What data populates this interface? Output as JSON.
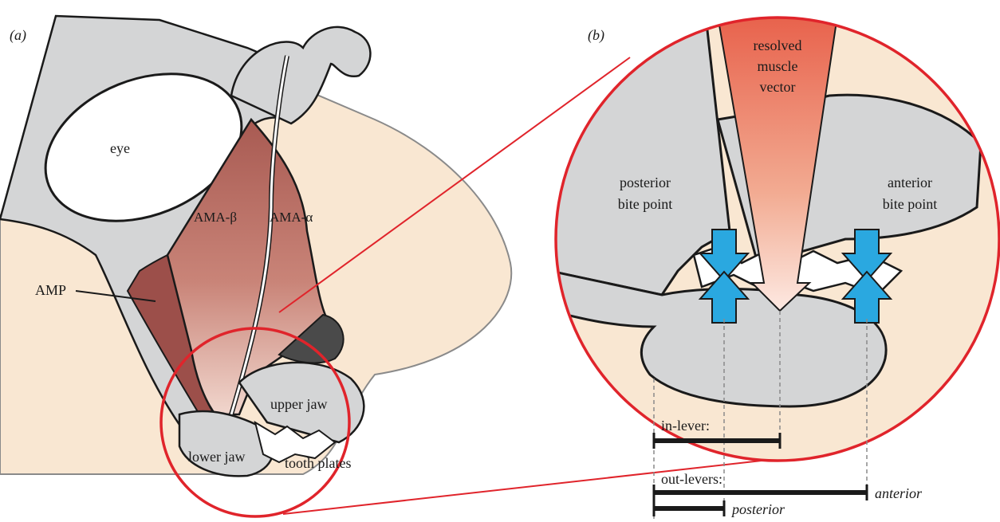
{
  "panel_a": {
    "label": "(a)",
    "labels": {
      "eye": "eye",
      "ama_beta": "AMA-β",
      "ama_alpha": "AMA-α",
      "amp": "AMP",
      "upper_jaw": "upper jaw",
      "lower_jaw": "lower jaw",
      "tooth_plates": "tooth plates"
    }
  },
  "panel_b": {
    "label": "(b)",
    "labels": {
      "muscle_vector_l1": "resolved",
      "muscle_vector_l2": "muscle",
      "muscle_vector_l3": "vector",
      "posterior_l1": "posterior",
      "posterior_l2": "bite point",
      "anterior_l1": "anterior",
      "anterior_l2": "bite point",
      "in_lever": "in-lever:",
      "out_levers": "out-levers:",
      "anterior_bar": "anterior",
      "posterior_bar": "posterior"
    }
  },
  "colors": {
    "background_tan": "#f9e7d2",
    "bone_gray": "#d4d5d6",
    "muscle_red": "#b86a60",
    "circle_red": "#e0242b",
    "arrow_blue": "#2aa8e0",
    "vector_top": "#e8624c"
  }
}
